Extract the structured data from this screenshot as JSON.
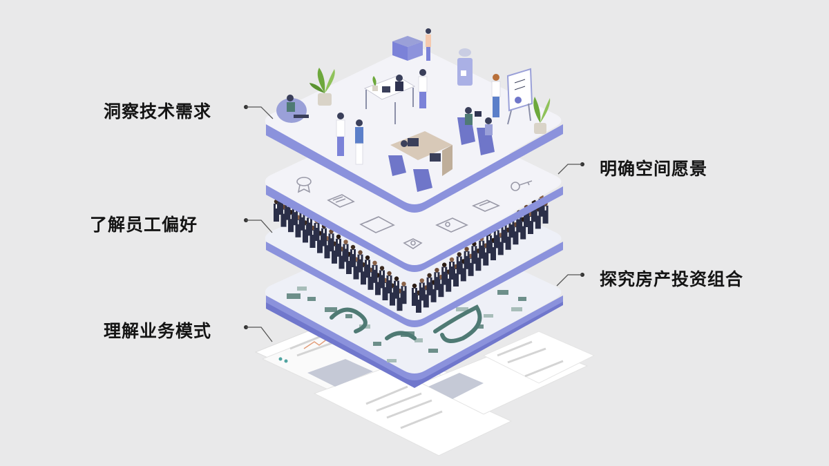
{
  "labels": [
    "洞察技术需求",
    "明确空间愿景",
    "了解员工偏好",
    "探究房产投资组合",
    "理解业务模式"
  ],
  "colors": {
    "background": "#e9e9ea",
    "platform_top": "#f1f1f6",
    "platform_edge": "#8b92dc",
    "platform_edge_dark": "#6f76c9",
    "text": "#141414",
    "connector": "#555555",
    "crowd_suit": "#2b2f48",
    "map_teal": "#4f7a74",
    "furniture_blue": "#7b82d8",
    "plant_green": "#6da83c"
  },
  "layers": [
    {
      "level": "top",
      "content": "office scene"
    },
    {
      "level": "second",
      "content": "icon tiles"
    },
    {
      "level": "third",
      "content": "crowd of employees"
    },
    {
      "level": "bottom",
      "content": "floor plan map"
    }
  ]
}
